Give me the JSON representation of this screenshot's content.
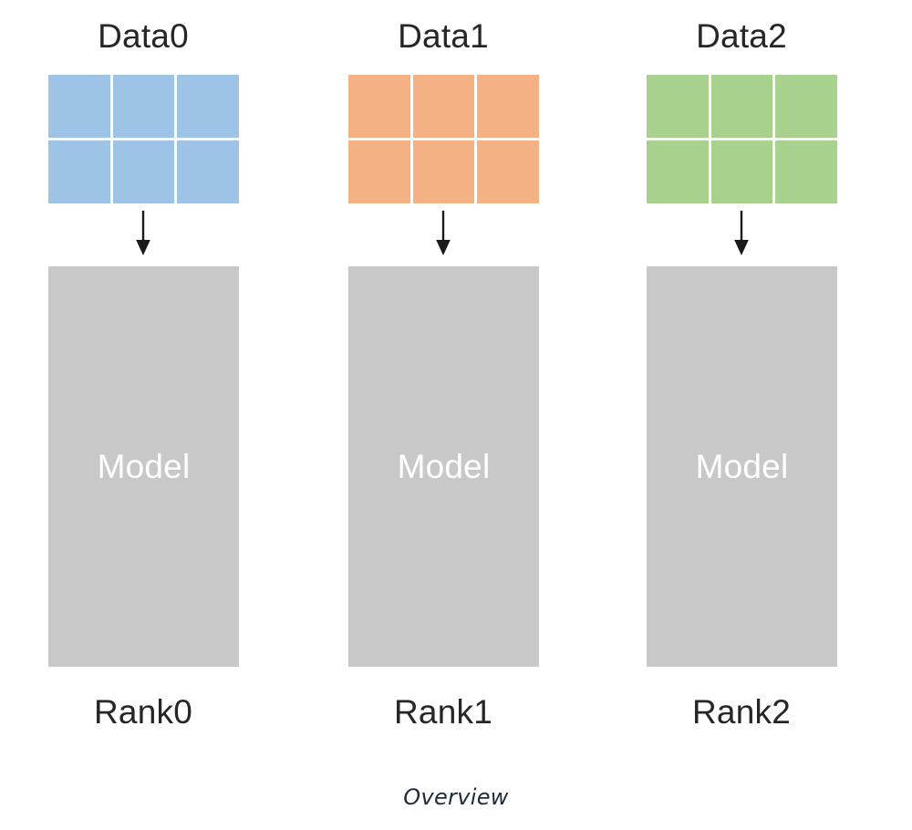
{
  "figure": {
    "caption": "Overview",
    "background_color": "#ffffff"
  },
  "palette": {
    "blue": "#9dc3e6",
    "orange": "#f4b183",
    "green": "#a9d18e",
    "model_gray": "#c8c8c8",
    "title_text": "#262626",
    "model_text": "#ffffff",
    "caption_text": "#1d2b3a",
    "arrow": "#1a1a1a"
  },
  "columns": [
    {
      "data_title": "Data0",
      "rank_label": "Rank0",
      "model_label": "Model",
      "grid_color": "#9dc3e6",
      "arrow_icon": "down-arrow-icon",
      "cells": [
        "cell-0-0",
        "cell-0-1",
        "cell-0-2",
        "cell-1-0",
        "cell-1-1",
        "cell-1-2"
      ]
    },
    {
      "data_title": "Data1",
      "rank_label": "Rank1",
      "model_label": "Model",
      "grid_color": "#f4b183",
      "arrow_icon": "down-arrow-icon",
      "cells": [
        "cell-0-0",
        "cell-0-1",
        "cell-0-2",
        "cell-1-0",
        "cell-1-1",
        "cell-1-2"
      ]
    },
    {
      "data_title": "Data2",
      "rank_label": "Rank2",
      "model_label": "Model",
      "grid_color": "#a9d18e",
      "arrow_icon": "down-arrow-icon",
      "cells": [
        "cell-0-0",
        "cell-0-1",
        "cell-0-2",
        "cell-1-0",
        "cell-1-1",
        "cell-1-2"
      ]
    }
  ]
}
